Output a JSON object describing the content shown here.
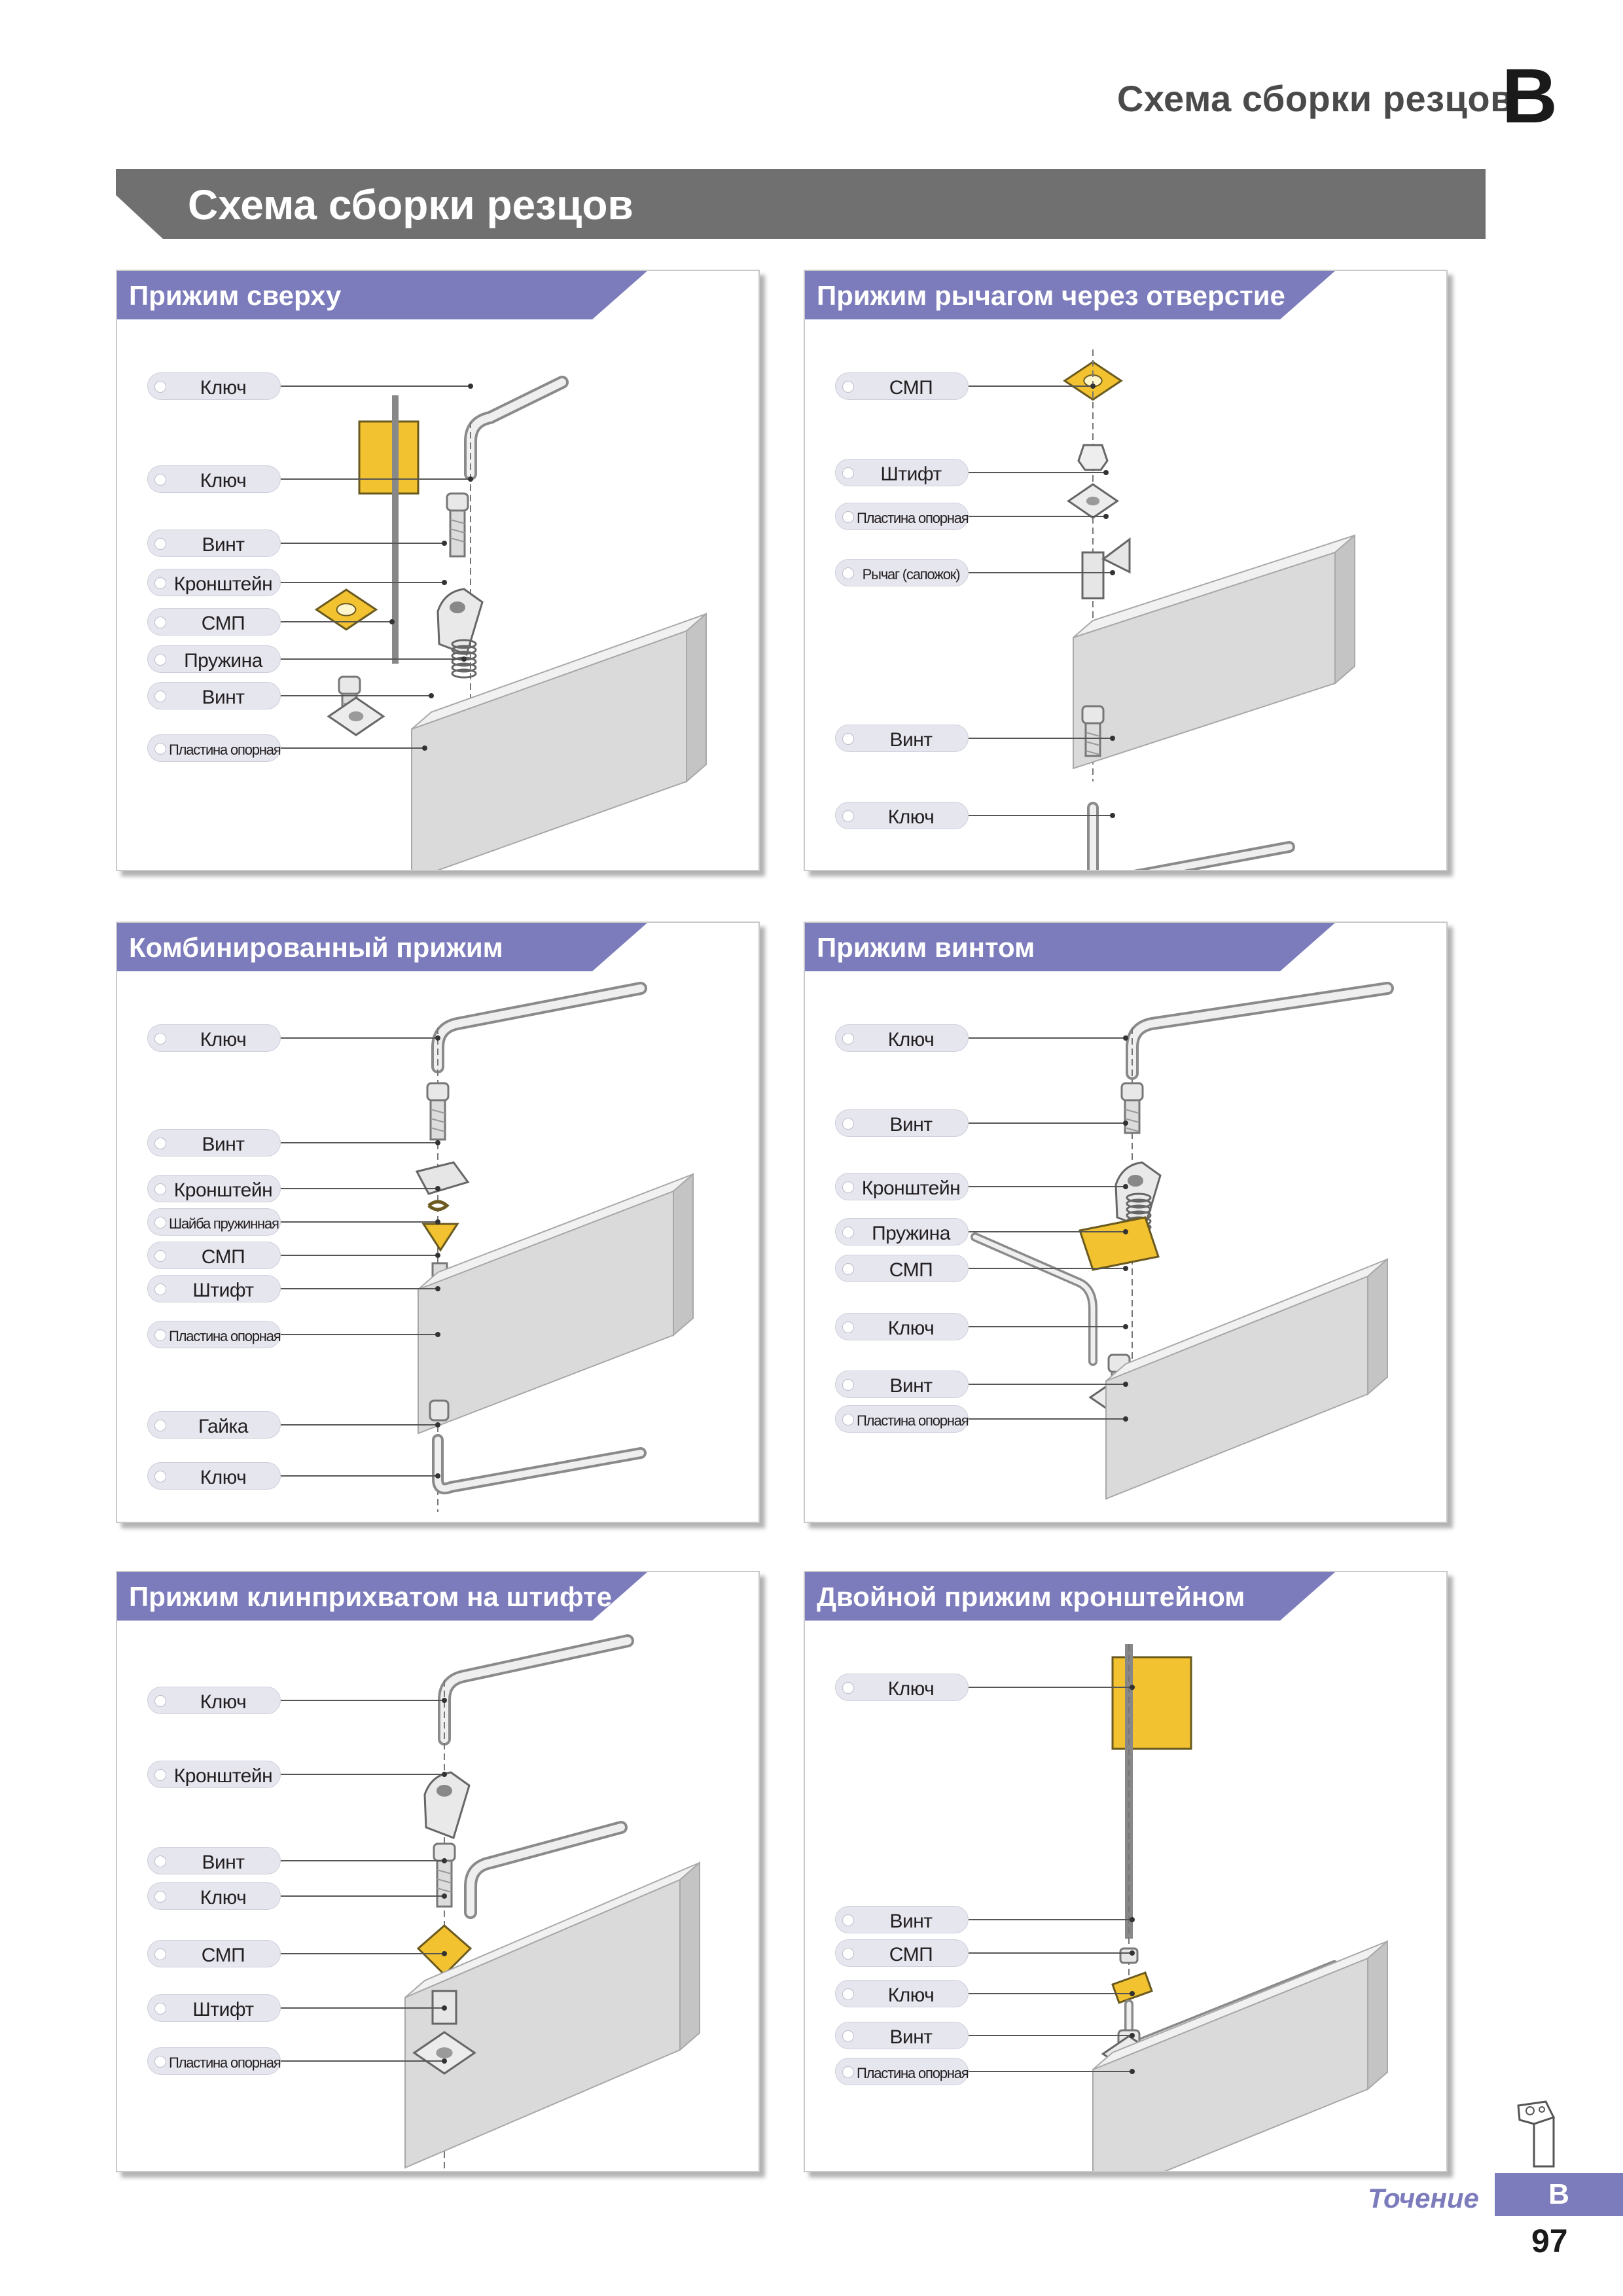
{
  "header": {
    "title": "Схема сборки резцов",
    "letter": "B"
  },
  "banner": {
    "title": "Схема сборки резцов"
  },
  "panels": [
    {
      "title": "Прижим сверху",
      "labels": [
        "Ключ",
        "Ключ",
        "Винт",
        "Кронштейн",
        "СМП",
        "Пружина",
        "Винт",
        "Пластина опорная"
      ]
    },
    {
      "title": "Прижим рычагом через отверстие",
      "labels": [
        "СМП",
        "Штифт",
        "Пластина опорная",
        "Рычаг (сапожок)",
        "Винт",
        "Ключ"
      ]
    },
    {
      "title": "Комбинированный прижим",
      "labels": [
        "Ключ",
        "Винт",
        "Кронштейн",
        "Шайба пружинная",
        "СМП",
        "Штифт",
        "Пластина опорная",
        "Гайка",
        "Ключ"
      ]
    },
    {
      "title": "Прижим винтом",
      "labels": [
        "Ключ",
        "Винт",
        "Кронштейн",
        "Пружина",
        "СМП",
        "Ключ",
        "Винт",
        "Пластина опорная"
      ]
    },
    {
      "title": "Прижим клинприхватом на штифте",
      "labels": [
        "Ключ",
        "Кронштейн",
        "Винт",
        "Ключ",
        "СМП",
        "Штифт",
        "Пластина опорная"
      ]
    },
    {
      "title": "Двойной прижим кронштейном",
      "labels": [
        "Ключ",
        "Винт",
        "СМП",
        "Ключ",
        "Винт",
        "Пластина опорная"
      ]
    }
  ],
  "footer": {
    "section": "Точение",
    "badge": "B",
    "page": "97"
  },
  "colors": {
    "accent": "#7c7bbb",
    "banner": "#707070",
    "insert": "#f2c230"
  }
}
